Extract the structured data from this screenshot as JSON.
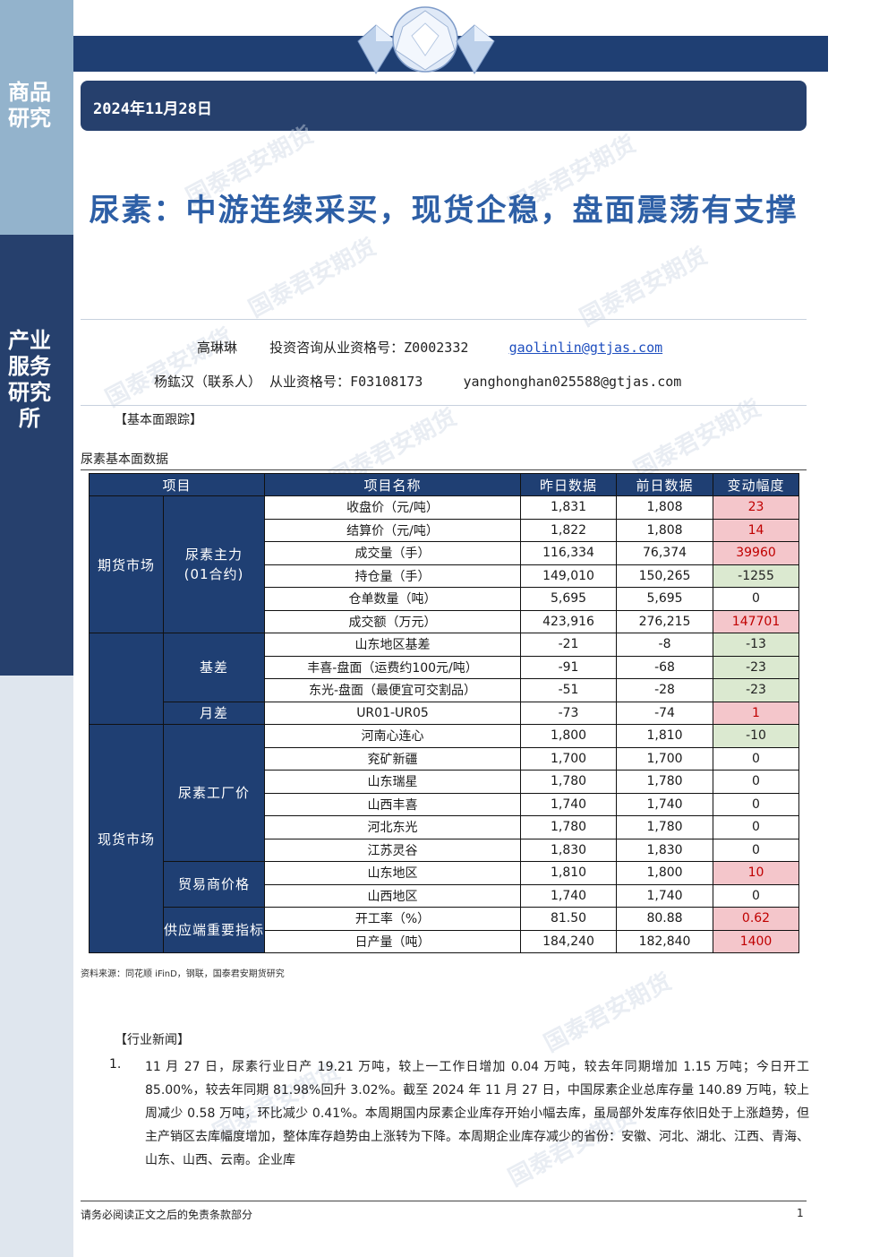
{
  "sidebar": {
    "top_label": "商品研究",
    "bottom_label": "产业服务研究所"
  },
  "header": {
    "date": "2024年11月28日"
  },
  "watermark": "国泰君安期货",
  "title": "尿素：中游连续采买，现货企稳，盘面震荡有支撑",
  "authors": [
    {
      "name": "高琳琳",
      "cert_label": "投资咨询从业资格号：",
      "cert": "Z0002332",
      "email": "gaolinlin@gtjas.com"
    },
    {
      "name": "杨鈜汉（联系人）",
      "cert_label": "从业资格号：",
      "cert": "F03108173",
      "email": "yanghonghan025588@gtjas.com"
    }
  ],
  "section_fundamentals": "【基本面跟踪】",
  "table_caption": "尿素基本面数据",
  "table": {
    "headers": [
      "项目",
      "项目名称",
      "昨日数据",
      "前日数据",
      "变动幅度"
    ],
    "groups": {
      "futures": "期货市场",
      "main_contract": "尿素主力\n(01合约)",
      "basis": "基差",
      "spread": "月差",
      "spot": "现货市场",
      "factory": "尿素工厂价",
      "trader": "贸易商价格",
      "supply": "供应端重要指标"
    },
    "rows": [
      {
        "name": "收盘价（元/吨）",
        "yesterday": "1,831",
        "previous": "1,808",
        "change": "23",
        "trend": "up"
      },
      {
        "name": "结算价（元/吨）",
        "yesterday": "1,822",
        "previous": "1,808",
        "change": "14",
        "trend": "up"
      },
      {
        "name": "成交量（手）",
        "yesterday": "116,334",
        "previous": "76,374",
        "change": "39960",
        "trend": "up"
      },
      {
        "name": "持仓量（手）",
        "yesterday": "149,010",
        "previous": "150,265",
        "change": "-1255",
        "trend": "down"
      },
      {
        "name": "仓单数量（吨）",
        "yesterday": "5,695",
        "previous": "5,695",
        "change": "0",
        "trend": "flat"
      },
      {
        "name": "成交额（万元）",
        "yesterday": "423,916",
        "previous": "276,215",
        "change": "147701",
        "trend": "up"
      },
      {
        "name": "山东地区基差",
        "yesterday": "-21",
        "previous": "-8",
        "change": "-13",
        "trend": "down"
      },
      {
        "name": "丰喜-盘面（运费约100元/吨）",
        "yesterday": "-91",
        "previous": "-68",
        "change": "-23",
        "trend": "down"
      },
      {
        "name": "东光-盘面（最便宜可交割品）",
        "yesterday": "-51",
        "previous": "-28",
        "change": "-23",
        "trend": "down"
      },
      {
        "name": "UR01-UR05",
        "yesterday": "-73",
        "previous": "-74",
        "change": "1",
        "trend": "up"
      },
      {
        "name": "河南心连心",
        "yesterday": "1,800",
        "previous": "1,810",
        "change": "-10",
        "trend": "down"
      },
      {
        "name": "兖矿新疆",
        "yesterday": "1,700",
        "previous": "1,700",
        "change": "0",
        "trend": "flat"
      },
      {
        "name": "山东瑞星",
        "yesterday": "1,780",
        "previous": "1,780",
        "change": "0",
        "trend": "flat"
      },
      {
        "name": "山西丰喜",
        "yesterday": "1,740",
        "previous": "1,740",
        "change": "0",
        "trend": "flat"
      },
      {
        "name": "河北东光",
        "yesterday": "1,780",
        "previous": "1,780",
        "change": "0",
        "trend": "flat"
      },
      {
        "name": "江苏灵谷",
        "yesterday": "1,830",
        "previous": "1,830",
        "change": "0",
        "trend": "flat"
      },
      {
        "name": "山东地区",
        "yesterday": "1,810",
        "previous": "1,800",
        "change": "10",
        "trend": "up"
      },
      {
        "name": "山西地区",
        "yesterday": "1,740",
        "previous": "1,740",
        "change": "0",
        "trend": "flat"
      },
      {
        "name": "开工率（%）",
        "yesterday": "81.50",
        "previous": "80.88",
        "change": "0.62",
        "trend": "up"
      },
      {
        "name": "日产量（吨）",
        "yesterday": "184,240",
        "previous": "182,840",
        "change": "1400",
        "trend": "up"
      }
    ]
  },
  "source": "资料来源：同花顺 iFinD，钢联，国泰君安期货研究",
  "section_news": "【行业新闻】",
  "news": [
    {
      "num": "1.",
      "text": "11 月 27 日，尿素行业日产 19.21 万吨，较上一工作日增加 0.04 万吨，较去年同期增加 1.15 万吨；今日开工 85.00%，较去年同期 81.98%回升 3.02%。截至 2024 年 11 月 27 日，中国尿素企业总库存量 140.89 万吨，较上周减少 0.58 万吨，环比减少 0.41%。本周期国内尿素企业库存开始小幅去库，虽局部外发库存依旧处于上涨趋势，但主产销区去库幅度增加，整体库存趋势由上涨转为下降。本周期企业库存减少的省份：安徽、河北、湖北、江西、青海、山东、山西、云南。企业库"
    }
  ],
  "footer": {
    "disclaimer": "请务必阅读正文之后的免责条款部分",
    "page": "1"
  }
}
